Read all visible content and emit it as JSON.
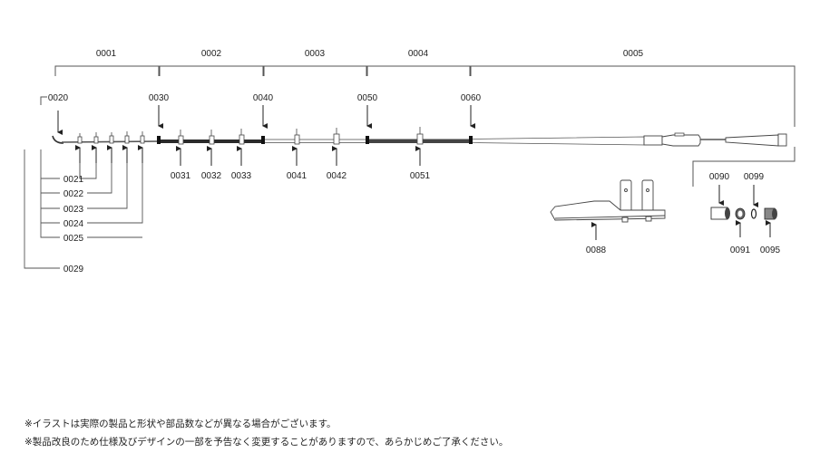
{
  "sections": {
    "s0001": "0001",
    "s0002": "0002",
    "s0003": "0003",
    "s0004": "0004",
    "s0005": "0005"
  },
  "points": {
    "p0020": "0020",
    "p0030": "0030",
    "p0040": "0040",
    "p0050": "0050",
    "p0060": "0060"
  },
  "guides": {
    "g0021": "0021",
    "g0022": "0022",
    "g0023": "0023",
    "g0024": "0024",
    "g0025": "0025",
    "g0029": "0029",
    "g0031": "0031",
    "g0032": "0032",
    "g0033": "0033",
    "g0041": "0041",
    "g0042": "0042",
    "g0051": "0051"
  },
  "parts": {
    "p0088": "0088",
    "p0090": "0090",
    "p0091": "0091",
    "p0095": "0095",
    "p0099": "0099"
  },
  "notes": {
    "line1": "※イラストは実際の製品と形状や部品数などが異なる場合がございます。",
    "line2": "※製品改良のため仕様及びデザインの一部を予告なく変更することがありますので、あらかじめご了承ください。"
  }
}
